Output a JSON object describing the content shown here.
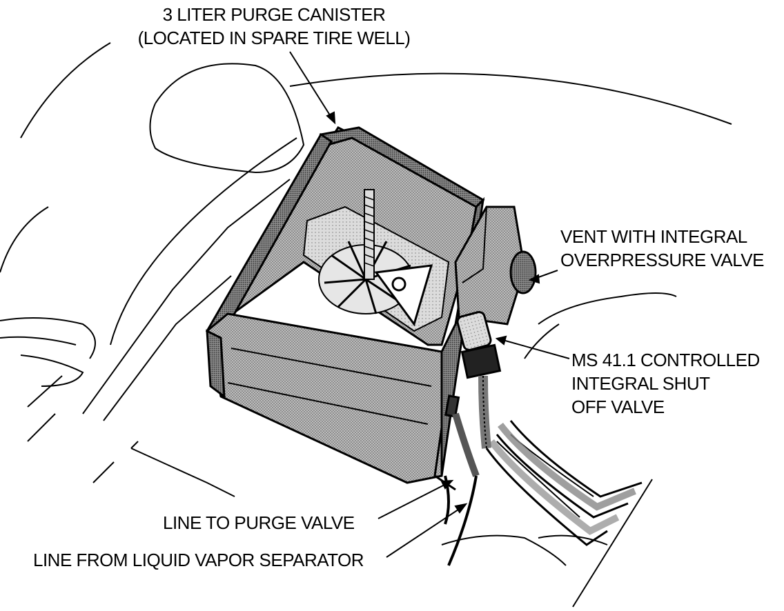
{
  "labels": {
    "canister": {
      "line1": "3 LITER PURGE CANISTER",
      "line2": "(LOCATED IN SPARE TIRE WELL)"
    },
    "vent": {
      "line1": "VENT WITH INTEGRAL",
      "line2": "OVERPRESSURE VALVE"
    },
    "shutoff": {
      "line1": "MS 41.1 CONTROLLED",
      "line2": "INTEGRAL SHUT",
      "line3": "OFF VALVE"
    },
    "purge_line": "LINE TO PURGE VALVE",
    "separator_line": "LINE FROM LIQUID VAPOR SEPARATOR"
  },
  "colors": {
    "ink": "#000000",
    "fill_dark": "#6e6e6e",
    "fill_mid": "#a8a8a8",
    "fill_light": "#d0d0d0",
    "paper": "#ffffff"
  }
}
